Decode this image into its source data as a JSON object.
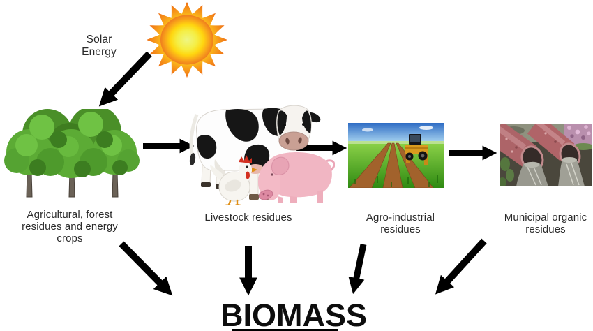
{
  "solar": {
    "label": "Solar Energy"
  },
  "sources": [
    {
      "id": "agricultural",
      "label": "Agricultural, forest residues and energy crops",
      "illustration": "trees"
    },
    {
      "id": "livestock",
      "label": "Livestock residues",
      "illustration": "cow-chicken-pig"
    },
    {
      "id": "agro-industrial",
      "label": "Agro-industrial residues",
      "illustration": "crop-field-photo"
    },
    {
      "id": "municipal",
      "label": "Municipal organic residues",
      "illustration": "sewage-pipes-photo"
    }
  ],
  "output": {
    "label": "BIOMASS"
  },
  "colors": {
    "background": "#ffffff",
    "arrow": "#000000",
    "text": "#2b2b2b",
    "sun_center": "#edf584",
    "sun_yellow": "#ffd60f",
    "sun_orange": "#f28418",
    "tree_green": "#55a532",
    "trunk_brown": "#6b6257",
    "cow_white": "#fdfdfd",
    "cow_black": "#161616",
    "muzzle_pink": "#c9a094",
    "chicken_white": "#f6f4f0",
    "comb_red": "#d33020",
    "pig_pink": "#f0b4c2",
    "field_sky_blue": "#3f7fd2",
    "field_green": "#47a31c",
    "soil_brown": "#9c5a28",
    "pipe_pink": "#b06468",
    "water_gray": "#9c9c94"
  }
}
